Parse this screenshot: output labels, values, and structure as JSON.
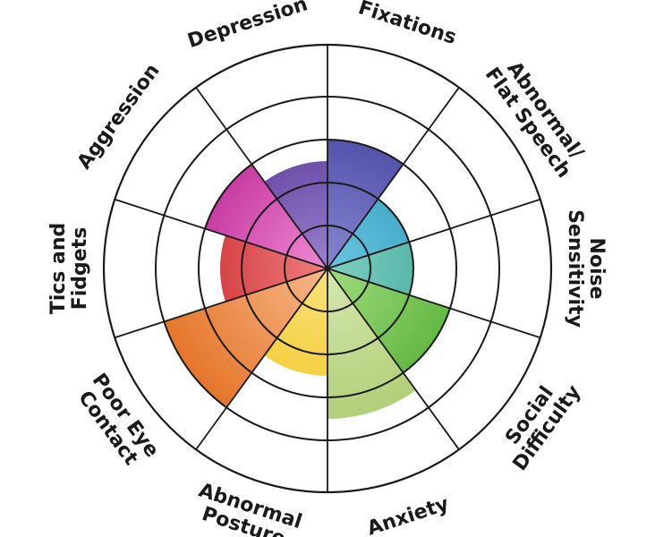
{
  "chart_data": {
    "type": "radial-bar",
    "title": "",
    "scale_rings": 4,
    "segments": [
      {
        "label": "Fixations",
        "label_lines": [
          "Fixations"
        ],
        "value": 3,
        "color": "#3b3a98",
        "color_light": "#8987d2"
      },
      {
        "label": "Abnormal/ Flat Speech",
        "label_lines": [
          "Abnormal/",
          "Flat Speech"
        ],
        "value": 2,
        "color": "#1a8fb4",
        "color_light": "#6cc6df"
      },
      {
        "label": "Noise Sensitivity",
        "label_lines": [
          "Noise",
          "Sensitivity"
        ],
        "value": 2,
        "color": "#2e9a8a",
        "color_light": "#7fcfc3"
      },
      {
        "label": "Social Difficulty",
        "label_lines": [
          "Social",
          "Difficulty"
        ],
        "value": 3,
        "color": "#4aa82a",
        "color_light": "#9fdb7d"
      },
      {
        "label": "Anxiety",
        "label_lines": [
          "Anxiety"
        ],
        "value": 3.5,
        "color": "#a9c86a",
        "color_light": "#d6e8b0"
      },
      {
        "label": "Abnormal Posture",
        "label_lines": [
          "Abnormal",
          "Posture"
        ],
        "value": 2.5,
        "color": "#f2c21a",
        "color_light": "#f8e27a"
      },
      {
        "label": "Poor Eye Contact",
        "label_lines": [
          "Poor Eye",
          "Contact"
        ],
        "value": 4,
        "color": "#e36f21",
        "color_light": "#f7b88a"
      },
      {
        "label": "Tics and Fidgets",
        "label_lines": [
          "Tics and",
          "Fidgets"
        ],
        "value": 2.5,
        "color": "#c4161c",
        "color_light": "#ee7f7f"
      },
      {
        "label": "Aggression",
        "label_lines": [
          "Aggression"
        ],
        "value": 3,
        "color": "#b5178c",
        "color_light": "#f08bd4"
      },
      {
        "label": "Depression",
        "label_lines": [
          "Depression"
        ],
        "value": 2.5,
        "color": "#4b2a8c",
        "color_light": "#9b82cf"
      }
    ]
  }
}
